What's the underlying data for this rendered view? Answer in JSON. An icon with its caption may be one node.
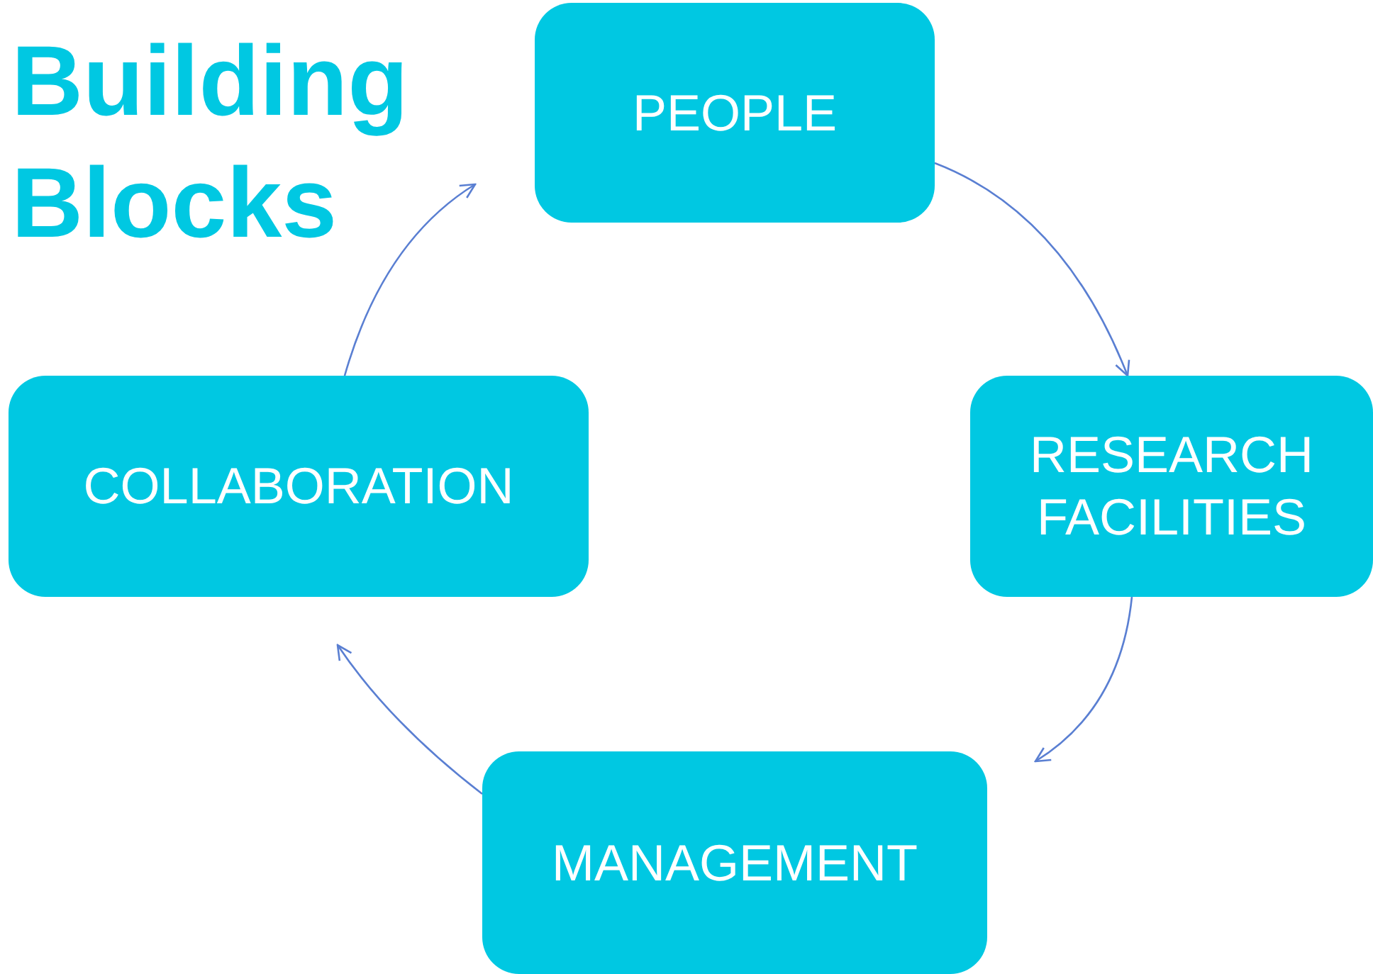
{
  "diagram": {
    "title": "Building Blocks",
    "nodes": [
      {
        "text": [
          "PEOPLE"
        ]
      },
      {
        "text": [
          "RESEARCH FACILITIES"
        ]
      },
      {
        "text": [
          "MANAGEMENT"
        ]
      },
      {
        "text": [
          "COLLABORATION"
        ]
      }
    ],
    "edges": [
      {
        "from": 0,
        "to": 1,
        "arrow": "to"
      },
      {
        "from": 1,
        "to": 2,
        "arrow": "to"
      },
      {
        "from": 2,
        "to": 3,
        "arrow": "to"
      },
      {
        "from": 3,
        "to": 0,
        "arrow": "to"
      }
    ]
  }
}
